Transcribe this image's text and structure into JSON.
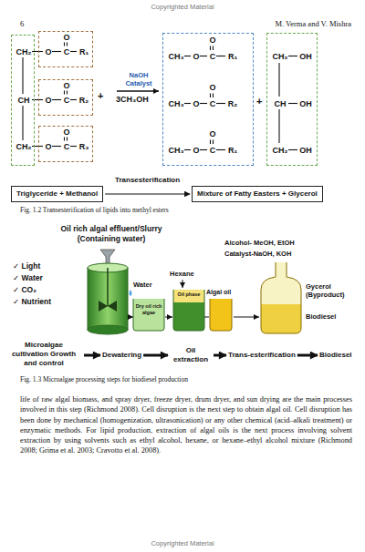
{
  "diagram": {
    "nodes": [
      {
        "text": [
          "CH₂",
          "CH",
          "CH₂"
        ]
      },
      {
        "text": [
          "O",
          "O",
          "C",
          "R₁"
        ]
      },
      {
        "text": [
          "O",
          "O",
          "C",
          "R₂"
        ]
      },
      {
        "text": [
          "O",
          "O",
          "C",
          "R₃"
        ]
      },
      {
        "text": [
          "O",
          "CH₃",
          "O",
          "C",
          "R₁",
          "O",
          "CH₃",
          "O",
          "C",
          "R₂",
          "O",
          "CH₃",
          "O",
          "C",
          "R₁"
        ]
      },
      {
        "text": [
          "CH₂",
          "OH",
          "CH",
          "OH",
          "CH₂",
          "OH"
        ]
      },
      {
        "text": [
          "Triglyceride + Methanol"
        ]
      },
      {
        "text": [
          "Mixture of Fatty Easters + Glycerol"
        ]
      },
      {
        "text": [
          "Microalgae cultivation Growth and control"
        ]
      },
      {
        "text": [
          "Dewatering"
        ]
      },
      {
        "text": [
          "Oil extraction"
        ]
      },
      {
        "text": [
          "Trans-esterification"
        ]
      },
      {
        "text": [
          "Biodiesel"
        ]
      }
    ],
    "edges": [
      {
        "from": 6,
        "to": 7,
        "label": "Transesterification",
        "arrow": "to"
      },
      {
        "from": 8,
        "to": 9,
        "arrow": "to"
      },
      {
        "from": 9,
        "to": 10,
        "arrow": "to"
      },
      {
        "from": 10,
        "to": 11,
        "arrow": "to"
      },
      {
        "from": 11,
        "to": 12,
        "arrow": "to"
      }
    ],
    "labels": [
      "Copyrighted Material",
      "6",
      "M. Verma and V. Mishra",
      "+",
      "3CH₃OH",
      "NaOH Catalyst",
      "+",
      "Fig. 1.2 Transesterification of lipids into methyl esters",
      "Oil rich algal effluent/Slurry (Containing water)",
      "✓ Light",
      "✓ Water",
      "✓ CO₂",
      "✓ Nutrient",
      "Water",
      "Dry oil rich algae",
      "Hexane",
      "Oil phase",
      "Algal oil",
      "Alcohol- MeOH, EtOH",
      "Catalyst-NaOH, KOH",
      "Gycerol (Byproduct)",
      "Biodiesel",
      "Fig. 1.3 Microalgae processing steps for biodiesel production",
      "life of raw algal biomass, and spray dryer, freeze dryer, drum dryer, and sun drying are the main processes involved in this step (Richmond 2008). Cell disruption is the next step to obtain algal oil. Cell disruption has been done by mechanical (homogenization, ultrasonication) or any other chemical (acid–alkali treatment) or enzymatic methods. For lipid production, extraction of algal oils is the next process involving solvent extraction by using solvents such as ethyl alcohol, hexane, or hexane–ethyl alcohol mixture (Richmond 2008; Grima et al. 2003; Cravotto et al. 2008).",
      "Copyrighted Material"
    ]
  }
}
